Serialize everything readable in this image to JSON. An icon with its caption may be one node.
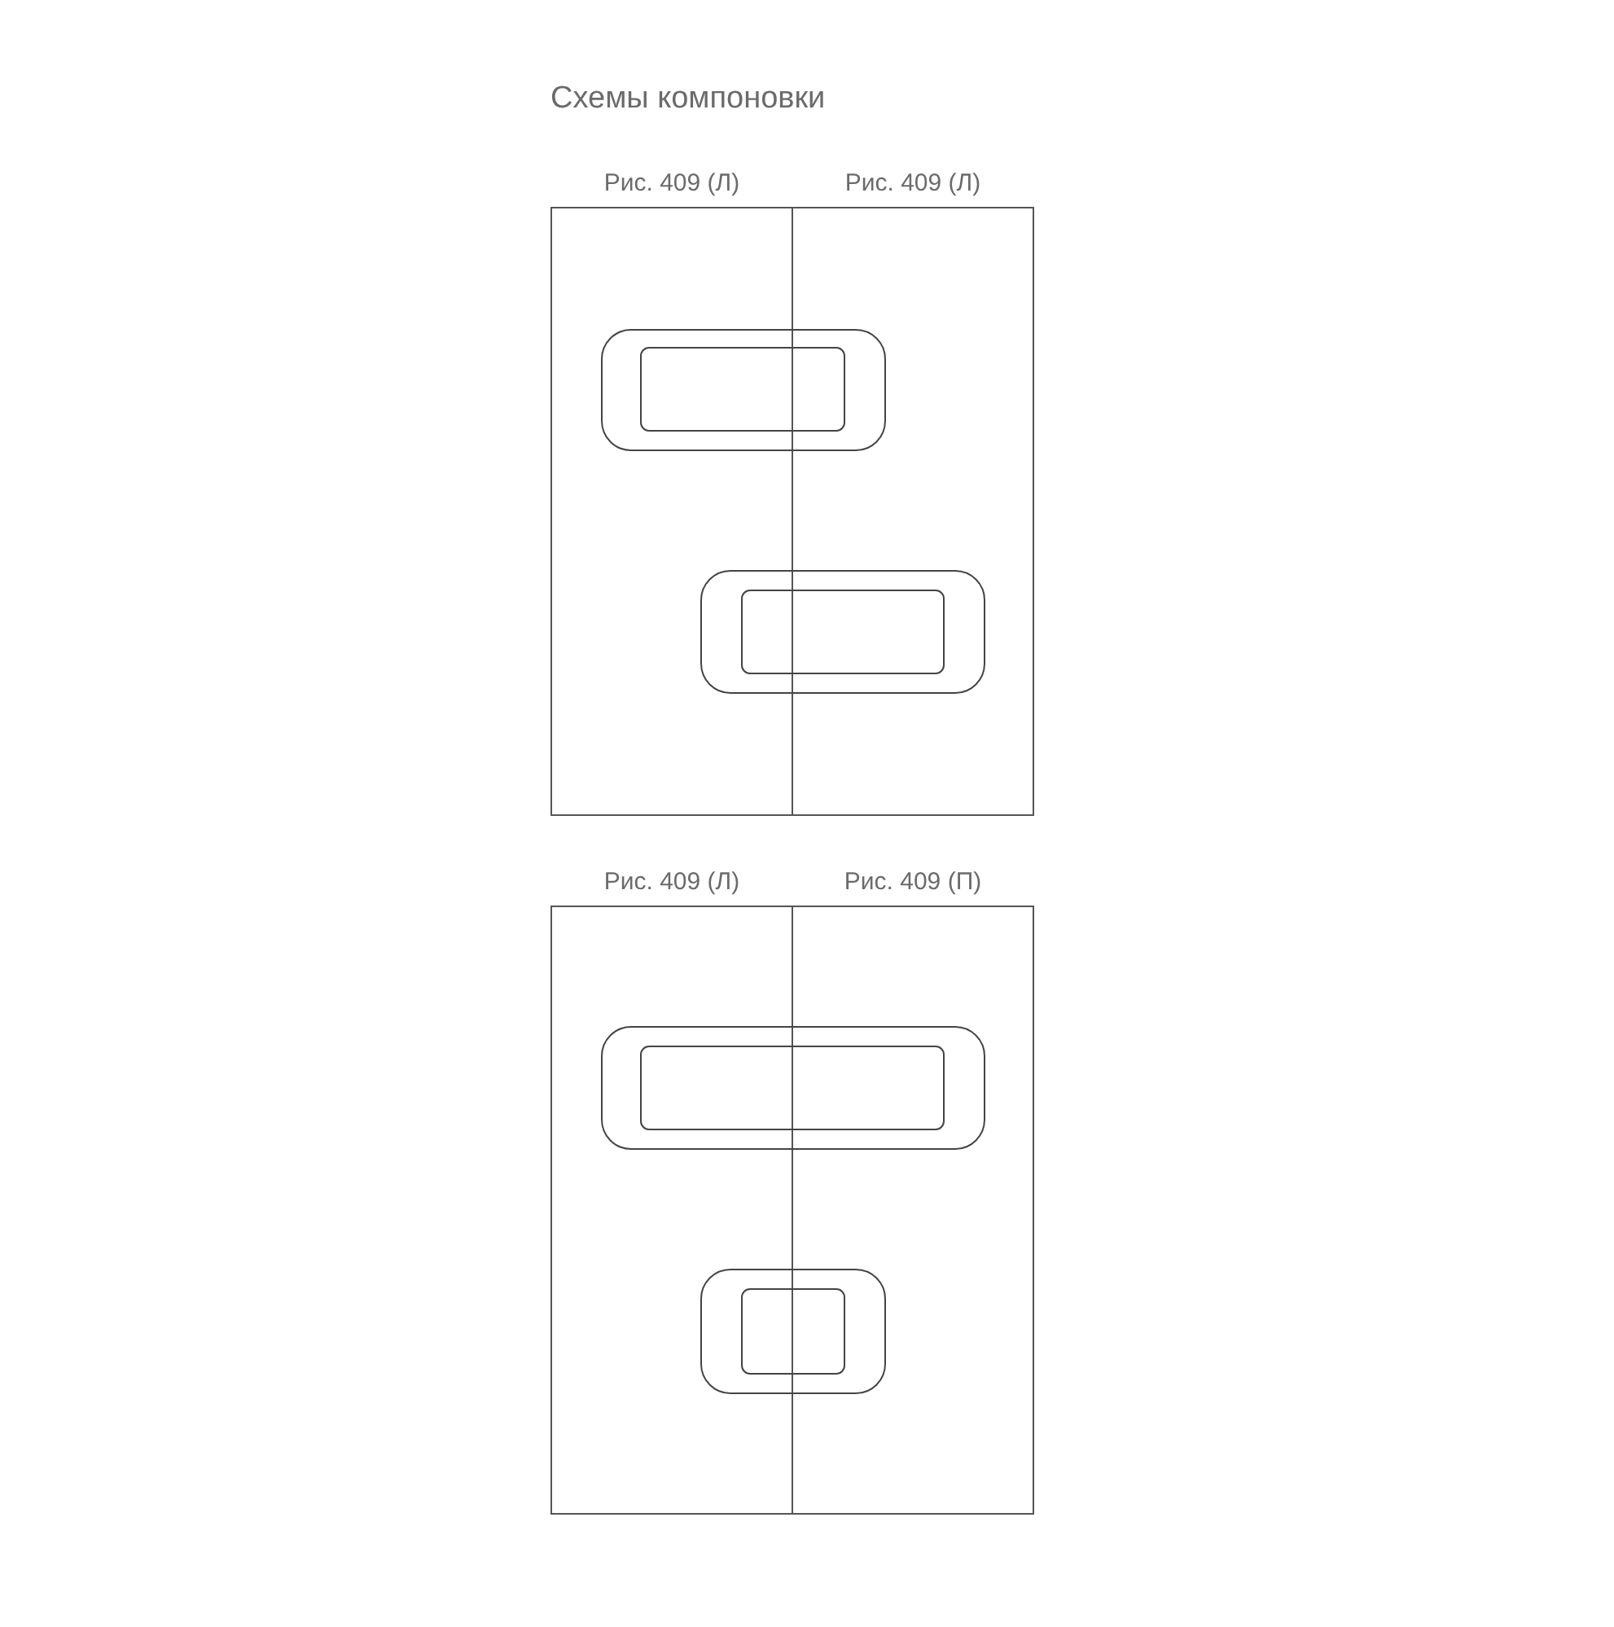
{
  "diagram": {
    "title": "Схемы компоновки",
    "nodes": [
      {
        "text": [
          "Рис. 409 (Л)"
        ]
      },
      {
        "text": [
          "Рис. 409 (Л)"
        ]
      },
      {
        "text": [
          "Рис. 409 (Л)"
        ]
      },
      {
        "text": [
          "Рис. 409 (П)"
        ]
      }
    ]
  }
}
